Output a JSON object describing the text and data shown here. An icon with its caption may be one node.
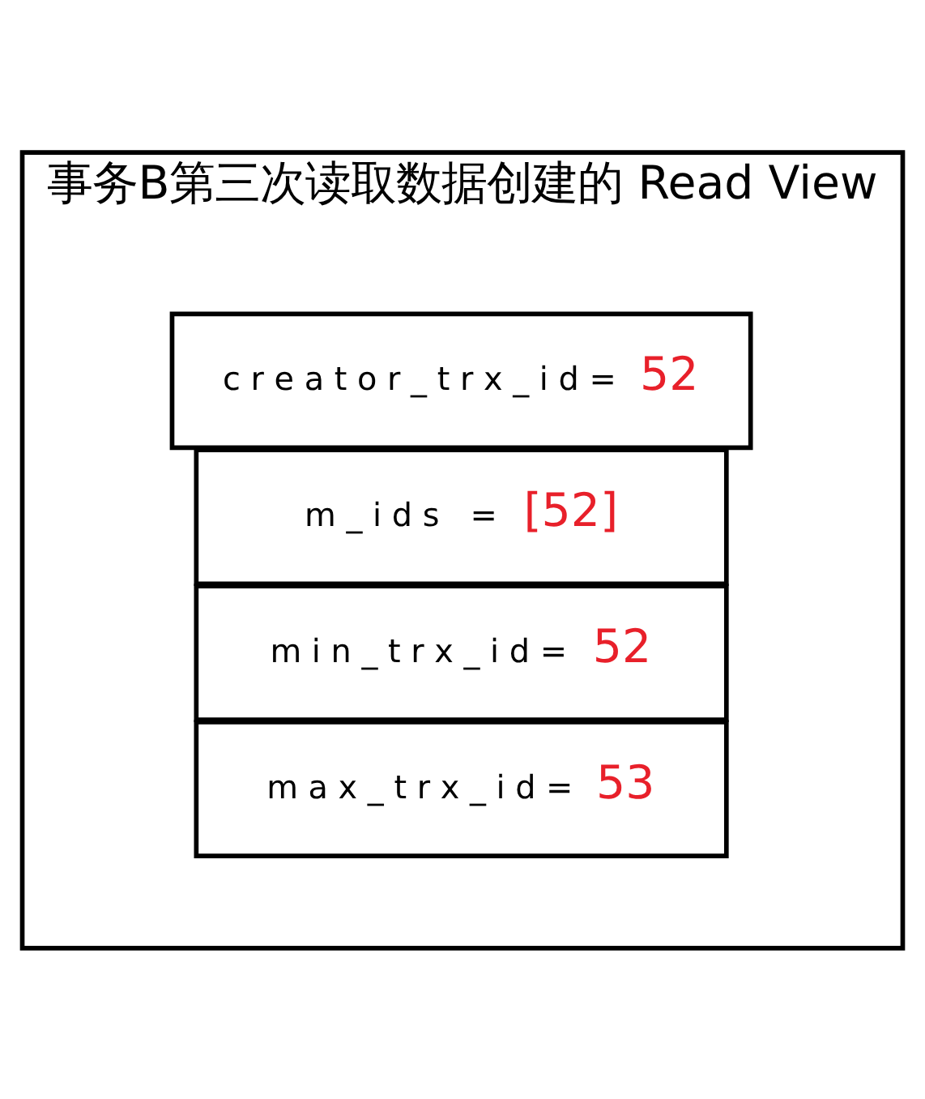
{
  "diagram": {
    "nodes": [
      {
        "text": [
          "事务B第三次读取数据创建的 Read View"
        ]
      },
      {
        "text": [
          "c r e a t o r _ t r x _ i d =",
          "52"
        ],
        "in": 0
      },
      {
        "text": [
          "m _ i d s   =",
          "[52]"
        ],
        "in": 0
      },
      {
        "text": [
          "m i n _ t r x _ i d =",
          "52"
        ],
        "in": 0
      },
      {
        "text": [
          "m a x _ t r x _ i d =",
          "53"
        ],
        "in": 0
      }
    ]
  }
}
